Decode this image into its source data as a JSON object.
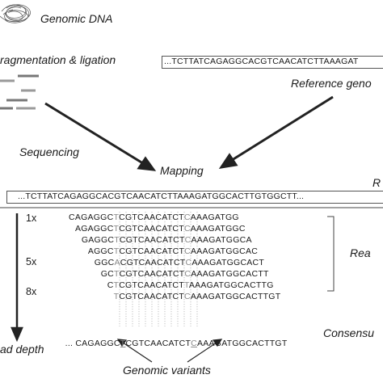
{
  "labels": {
    "genomic_dna": "Genomic DNA",
    "fragmentation": "ragmentation & ligation",
    "reference_genome": "Reference geno",
    "sequencing": "Sequencing",
    "mapping": "Mapping",
    "r_label": "R",
    "reads": "Rea",
    "read_depth": "ad depth",
    "consensus": "Consensu",
    "genomic_variants": "Genomic variants"
  },
  "reference_top": "...TCTTATCAGAGGCACGTCAACATCTTAAAGAT",
  "reference_main": "...TCTTATCAGAGGCACGTCAACATCTTAAAGATGGCACTTGTGGCTT...",
  "depth_marks": [
    "1x",
    "5x",
    "8x"
  ],
  "reads": [
    {
      "pre": "CAGAGGC",
      "v1": "T",
      "mid": "CGTCAACATCT",
      "v2": "C",
      "post": "AAAGATGG"
    },
    {
      "pre": "AGAGGC",
      "v1": "T",
      "mid": "CGTCAACATCT",
      "v2": "C",
      "post": "AAAGATGGC"
    },
    {
      "pre": "GAGGC",
      "v1": "T",
      "mid": "CGTCAACATCT",
      "v2": "C",
      "post": "AAAGATGGCA"
    },
    {
      "pre": "AGGC",
      "v1": "T",
      "mid": "CGTCAACATCT",
      "v2": "C",
      "post": "AAAGATGGCAC"
    },
    {
      "pre": "GGC",
      "v1": "A",
      "mid": "CGTCAACATCT",
      "v2": "C",
      "post": "AAAGATGGCACT"
    },
    {
      "pre": "GC",
      "v1": "T",
      "mid": "CGTCAACATCT",
      "v2": "C",
      "post": "AAAGATGGCACTT"
    },
    {
      "pre": "C",
      "v1": "T",
      "mid": "CGTCAACATCT",
      "v2": "T",
      "post": "AAAGATGGCACTTG"
    },
    {
      "pre": "",
      "v1": "T",
      "mid": "CGTCAACATCT",
      "v2": "C",
      "post": "AAAGATGGCACTTGT"
    }
  ],
  "consensus": {
    "pre": "... CAGAGGC",
    "v1": "T",
    "mid": "CGTCAACATCT",
    "v2": "C",
    "post": "AAAGATGGCACTTGT"
  }
}
